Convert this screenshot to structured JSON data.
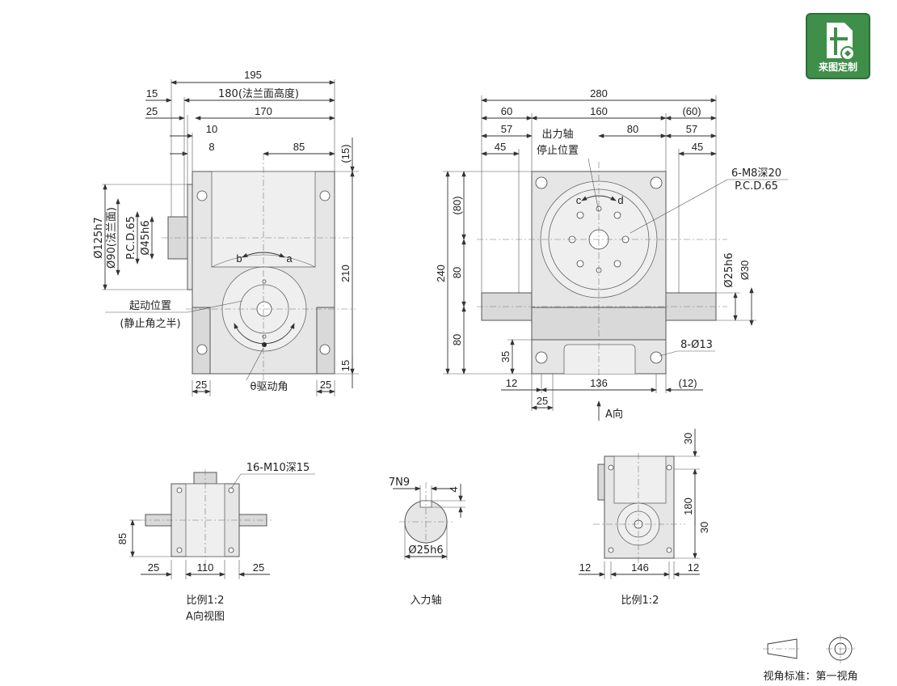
{
  "badge": {
    "label": "来图定制",
    "icon": "drawing-tool-icon",
    "color": "#3f8f4a"
  },
  "views": {
    "side": {
      "dims": [
        "195",
        "180(法兰面高度)",
        "15",
        "170",
        "25",
        "10",
        "8",
        "85",
        "(15)",
        "210",
        "15",
        "25",
        "25"
      ],
      "dia_labels": [
        "Ø125h7",
        "Ø90(法兰面)",
        "P.C.D.65",
        "Ø45h6"
      ],
      "rot": [
        "b",
        "a"
      ],
      "start_label": "起动位置",
      "start_label2": "(静止角之半)",
      "theta_label": "θ驱动角"
    },
    "front": {
      "dims": [
        "280",
        "60",
        "160",
        "(60)",
        "57",
        "80",
        "57",
        "45",
        "45",
        "240",
        "(80)",
        "80",
        "80",
        "35",
        "12",
        "136",
        "(12)",
        "25",
        "Ø25h6",
        "Ø30"
      ],
      "out_label1": "出力轴",
      "out_label2": "停止位置",
      "tap_label1": "6-M8深20",
      "tap_label2": "P.C.D.65",
      "holes_label": "8-Ø13",
      "rot": [
        "c",
        "d"
      ],
      "a_view": "A向"
    },
    "bottom": {
      "tap_label": "16-M10深15",
      "dims": [
        "85",
        "25",
        "110",
        "25"
      ],
      "caption1": "比例1:2",
      "caption2": "A向视图"
    },
    "shaft": {
      "dims": [
        "7N9",
        "4",
        "Ø25h6"
      ],
      "caption": "入力轴"
    },
    "small": {
      "dims": [
        "30",
        "180",
        "30",
        "12",
        "146",
        "12"
      ],
      "caption": "比例1:2"
    }
  },
  "projection": {
    "label": "视角标准：第一视角"
  }
}
